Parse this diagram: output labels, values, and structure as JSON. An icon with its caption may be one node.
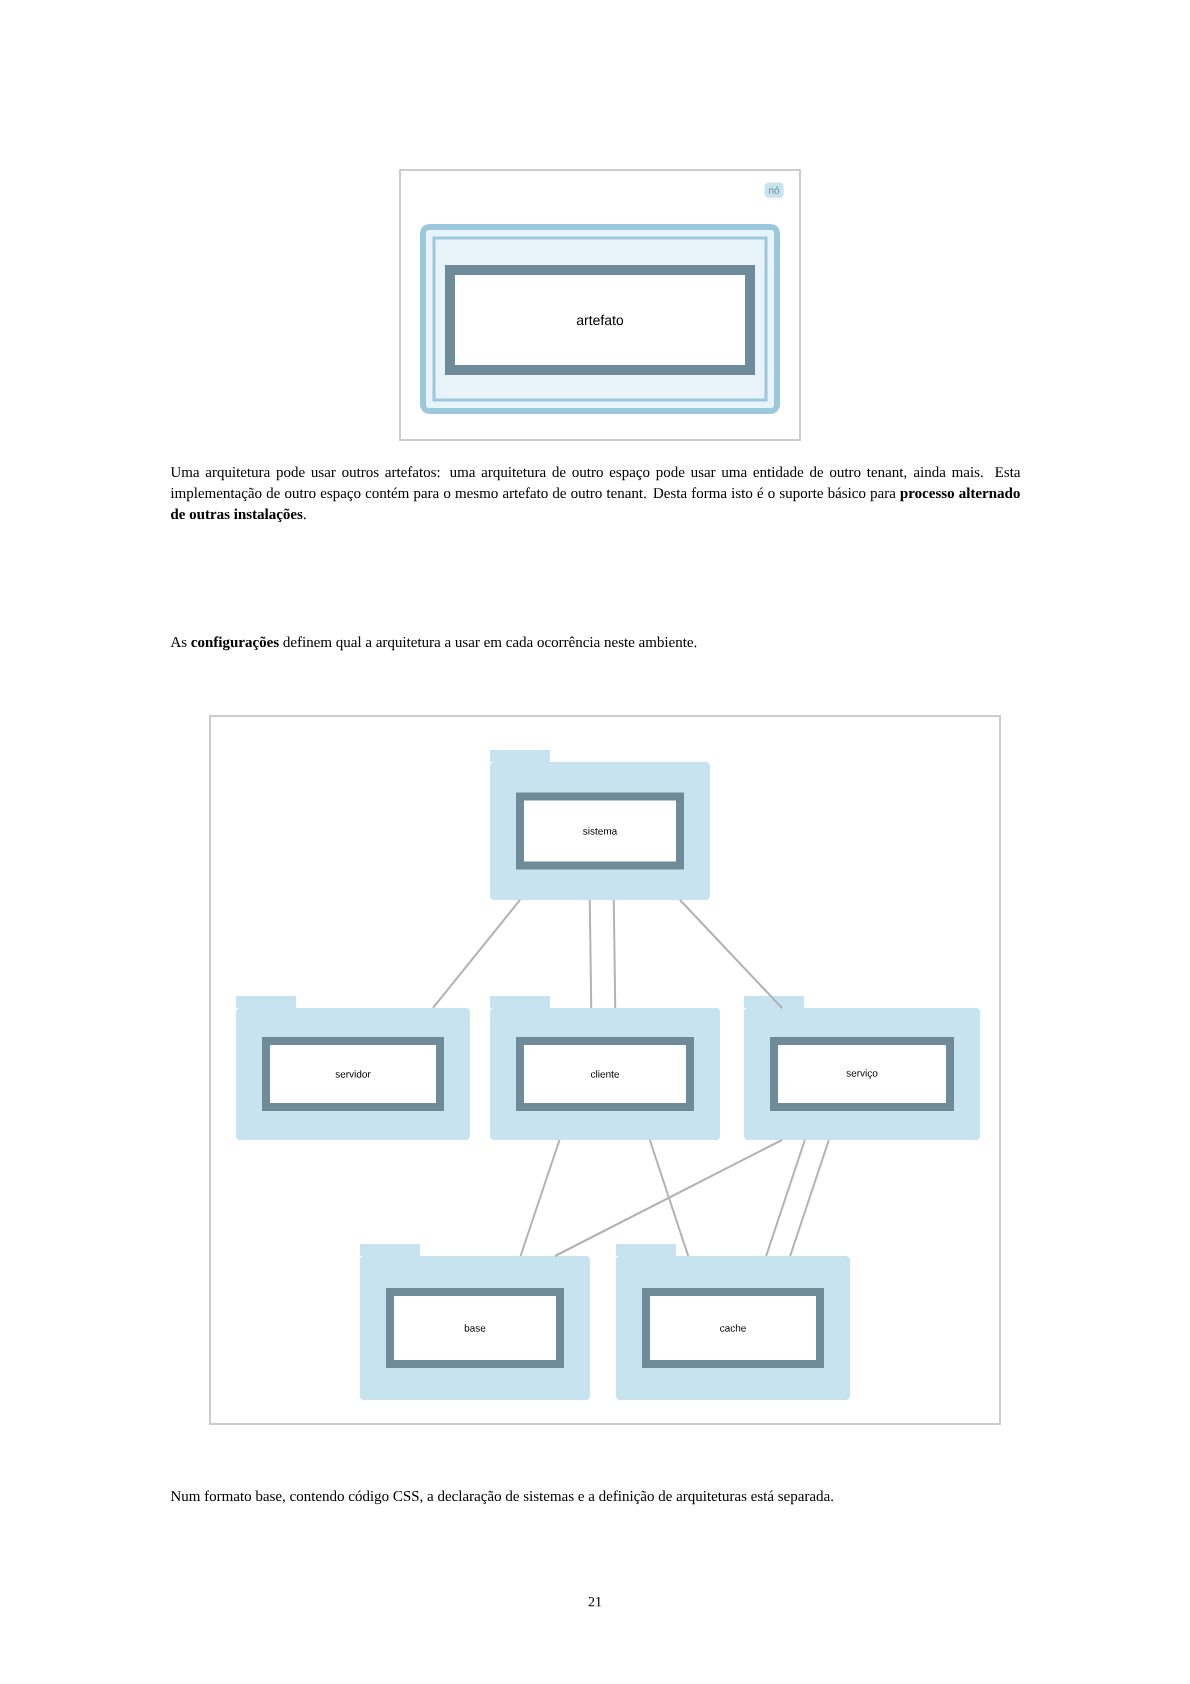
{
  "diagram": {
    "nodes": [
      {
        "text": [
          "nó"
        ]
      },
      {
        "text": [],
        "shape": "box",
        "in": 0
      },
      {
        "text": [
          "artefato"
        ],
        "in": 1
      },
      {
        "text": [
          "sistema"
        ]
      },
      {
        "text": [
          "servidor"
        ]
      },
      {
        "text": [
          "cliente"
        ]
      },
      {
        "text": [
          "serviço"
        ]
      },
      {
        "text": [
          "base"
        ]
      },
      {
        "text": [
          "cache"
        ]
      }
    ],
    "edges": [
      {
        "from": 3,
        "to": 4,
        "arrow": "none"
      },
      {
        "from": 3,
        "to": 5,
        "arrow": "none"
      },
      {
        "from": 3,
        "to": 5,
        "arrow": "none"
      },
      {
        "from": 3,
        "to": 6,
        "arrow": "none"
      },
      {
        "from": 5,
        "to": 7,
        "arrow": "none"
      },
      {
        "from": 6,
        "to": 7,
        "arrow": "none"
      },
      {
        "from": 5,
        "to": 8,
        "arrow": "none"
      },
      {
        "from": 6,
        "to": 8,
        "arrow": "none"
      },
      {
        "from": 6,
        "to": 8,
        "arrow": "none"
      }
    ],
    "labels": [
      "Uma arquitetura pode usar outros artefatos: uma arquitetura de outro espaço pode usar uma entidade de outro tenant, ainda mais. Esta implementação de outro espaço contém para o mesmo artefato de outro tenant. Desta forma isto é o suporte básico para **processo alternado de outras instalações**.",
      "As **configurações** definem qual a arquitetura a usar em cada ocorrência neste ambiente.",
      "Num formato base, contendo código CSS, a declaração de sistemas e a definição de arquiteturas está separada.",
      "21"
    ]
  }
}
